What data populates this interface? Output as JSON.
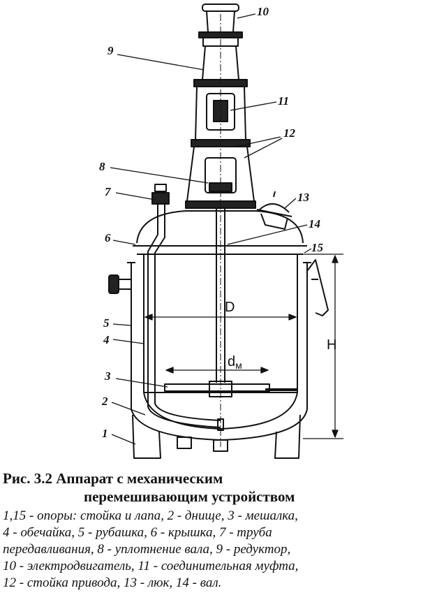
{
  "diagram": {
    "labels": [
      "10",
      "9",
      "11",
      "12",
      "8",
      "7",
      "13",
      "14",
      "6",
      "15",
      "5",
      "4",
      "3",
      "2",
      "1"
    ],
    "dims": {
      "D": "D",
      "H": "H",
      "dm_base": "d",
      "dm_sub": "м"
    }
  },
  "caption": {
    "title_line1": "Рис. 3.2  Аппарат с механическим",
    "title_line2": "перемешивающим устройством",
    "legend": [
      "1,15 - опоры: стойка и лапа, 2 - днище, 3 - мешалка,",
      "4 - обечайка, 5 - рубашка, 6 - крышка, 7 - труба",
      "передавливания, 8 - уплотнение вала, 9 - редуктор,",
      "10 - электродвигатель, 11 - соединительная муфта,",
      "12 - стойка привода, 13 - люк, 14 - вал."
    ]
  }
}
